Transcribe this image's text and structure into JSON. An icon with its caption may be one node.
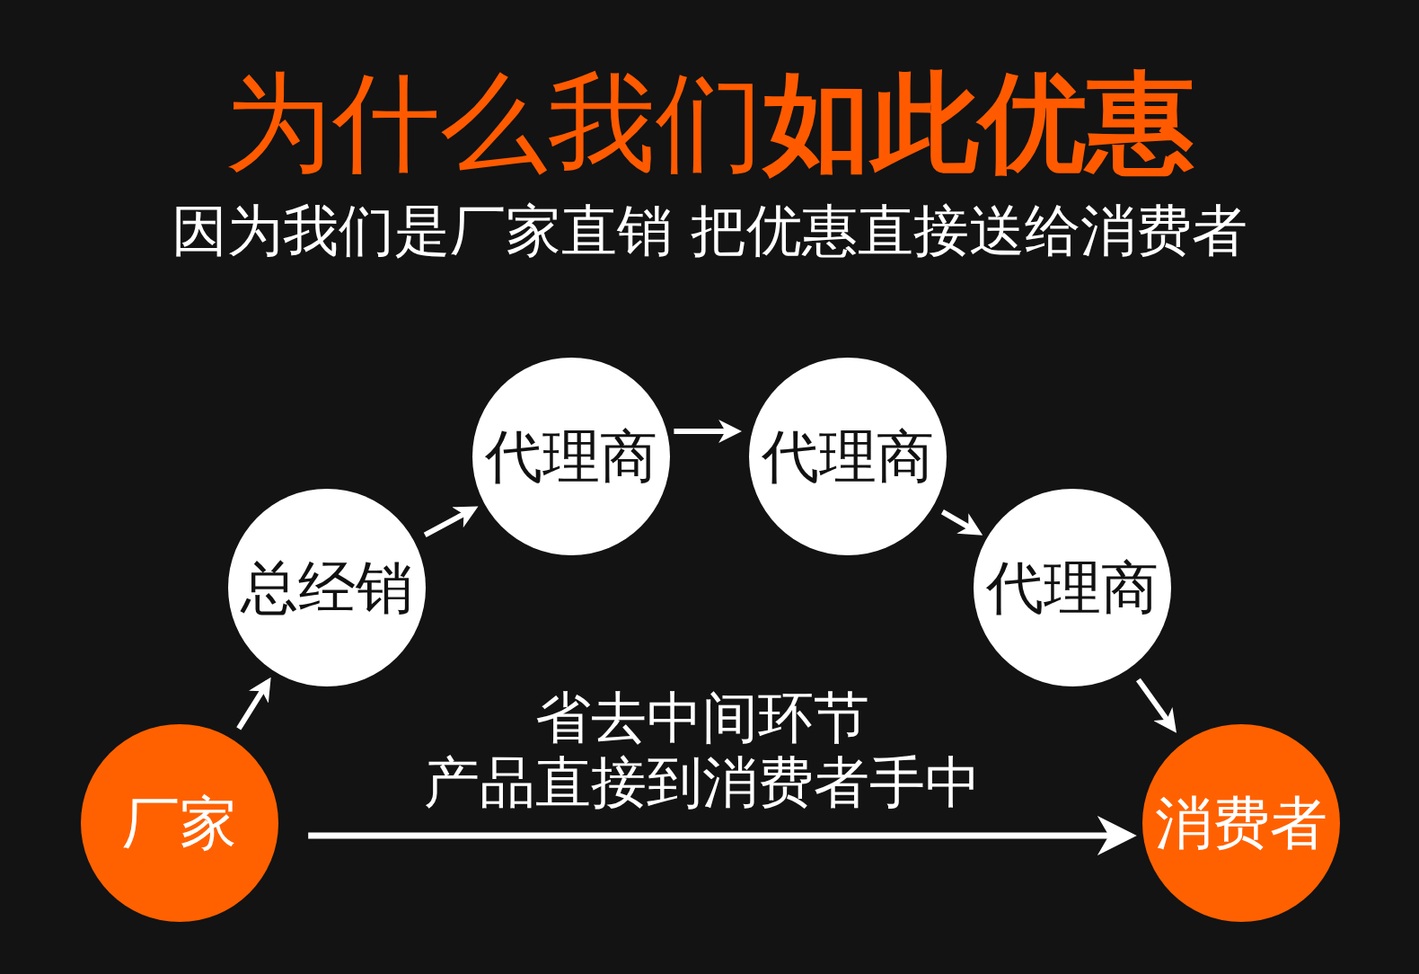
{
  "diagram": {
    "title": "为什么我们**如此优惠**",
    "nodes": [
      {
        "text": [
          "厂家"
        ]
      },
      {
        "text": [
          "总经销"
        ]
      },
      {
        "text": [
          "代理商"
        ]
      },
      {
        "text": [
          "代理商"
        ]
      },
      {
        "text": [
          "代理商"
        ]
      },
      {
        "text": [
          "消费者"
        ]
      }
    ],
    "edges": [
      {
        "from": 0,
        "to": 1,
        "arrow": "to"
      },
      {
        "from": 1,
        "to": 2,
        "arrow": "to"
      },
      {
        "from": 2,
        "to": 3,
        "arrow": "to"
      },
      {
        "from": 3,
        "to": 4,
        "arrow": "to"
      },
      {
        "from": 4,
        "to": 5,
        "arrow": "to"
      },
      {
        "from": 0,
        "to": 5,
        "arrow": "to",
        "label": "省去中间环节产品直接到消费者手中"
      }
    ],
    "labels": [
      "因为我们是厂家直销 把优惠直接送给消费者"
    ]
  }
}
